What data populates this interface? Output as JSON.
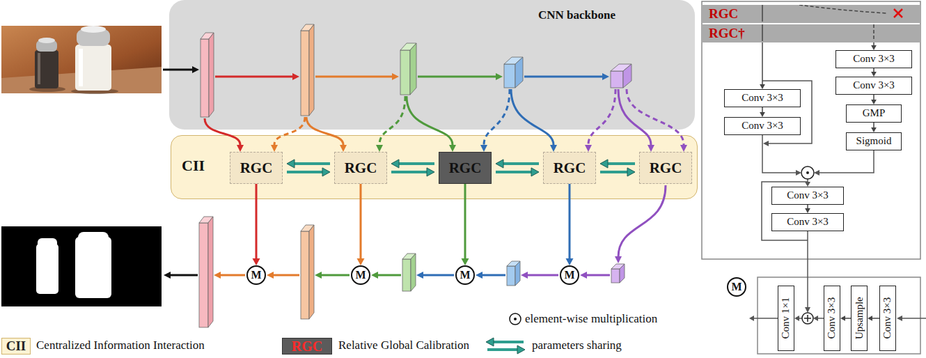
{
  "diagram": {
    "nodes": [
      {
        "text": [
          "CNN backbone"
        ]
      },
      {
        "text": [
          "CII"
        ]
      },
      {
        "text": [
          "RGC"
        ],
        "in": 1
      },
      {
        "text": [
          "RGC"
        ],
        "in": 1
      },
      {
        "text": [
          "RGC"
        ],
        "in": 1
      },
      {
        "text": [
          "RGC"
        ],
        "in": 1
      },
      {
        "text": [
          "RGC"
        ],
        "in": 1
      },
      {
        "text": [
          "M"
        ]
      },
      {
        "text": [
          "M"
        ]
      },
      {
        "text": [
          "M"
        ]
      },
      {
        "text": [
          "M"
        ]
      },
      {
        "text": [
          "RGC"
        ]
      },
      {
        "text": [
          "RGC†"
        ]
      },
      {
        "text": [
          "Conv 3×3"
        ]
      },
      {
        "text": [
          "Conv 3×3"
        ]
      },
      {
        "text": [
          "Conv 3×3"
        ]
      },
      {
        "text": [
          "Conv 3×3"
        ]
      },
      {
        "text": [
          "GMP"
        ]
      },
      {
        "text": [
          "Sigmoid"
        ]
      },
      {
        "text": [
          "Conv 3×3"
        ]
      },
      {
        "text": [
          "Conv 3×3"
        ]
      },
      {
        "text": [
          "M"
        ]
      },
      {
        "text": [
          "Conv 1×1"
        ]
      },
      {
        "text": [
          "Conv 3×3"
        ]
      },
      {
        "text": [
          "Upsample"
        ]
      },
      {
        "text": [
          "Conv 3×3"
        ]
      }
    ],
    "edges": [
      {
        "from": 2,
        "to": 3,
        "arrow": "both"
      },
      {
        "from": 3,
        "to": 4,
        "arrow": "both"
      },
      {
        "from": 4,
        "to": 5,
        "arrow": "both"
      },
      {
        "from": 5,
        "to": 6,
        "arrow": "both"
      },
      {
        "from": 2,
        "to": 7,
        "arrow": "to"
      },
      {
        "from": 3,
        "to": 8,
        "arrow": "to"
      },
      {
        "from": 4,
        "to": 9,
        "arrow": "to"
      },
      {
        "from": 5,
        "to": 10,
        "arrow": "to"
      },
      {
        "from": 12,
        "to": 13,
        "arrow": "to"
      },
      {
        "from": 12,
        "to": 15,
        "arrow": "to"
      },
      {
        "from": 13,
        "to": 14,
        "arrow": "to"
      },
      {
        "from": 15,
        "to": 16,
        "arrow": "to"
      },
      {
        "from": 16,
        "to": 17,
        "arrow": "to"
      },
      {
        "from": 17,
        "to": 18,
        "arrow": "to"
      },
      {
        "from": 19,
        "to": 20,
        "arrow": "to"
      },
      {
        "from": 25,
        "to": 24,
        "arrow": "to"
      },
      {
        "from": 24,
        "to": 23,
        "arrow": "to"
      }
    ],
    "labels": [
      "CII",
      "RGC"
    ],
    "legend": [
      {
        "text": "element-wise multiplication"
      },
      {
        "text": "Centralized Information Interaction",
        "color": "#fdf3d3"
      },
      {
        "text": "Relative Global Calibration",
        "color": "#5b5b5b"
      },
      {
        "text": "parameters sharing"
      }
    ]
  }
}
